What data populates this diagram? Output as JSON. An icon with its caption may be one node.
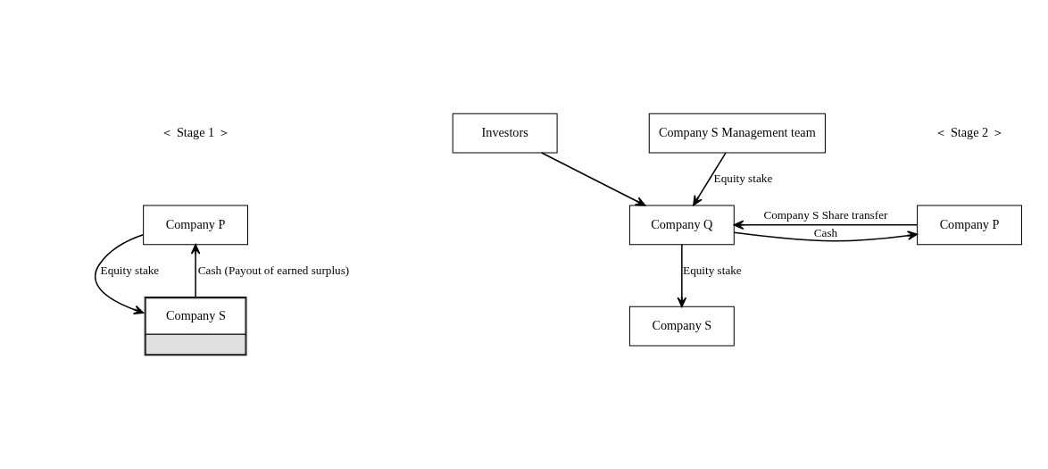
{
  "diagram": {
    "nodes": [
      {
        "text": [
          "Company P"
        ]
      },
      {
        "text": [
          "Company S"
        ]
      },
      {
        "text": [
          "Company P"
        ]
      },
      {
        "text": [
          "Company Q"
        ]
      },
      {
        "text": [
          "Company S Management team"
        ]
      },
      {
        "text": [
          "Investors"
        ]
      },
      {
        "text": [
          "Company S"
        ]
      }
    ],
    "edges": [
      {
        "from": 0,
        "to": 1,
        "arrow": "to",
        "label": "Equity stake"
      },
      {
        "from": 1,
        "to": 0,
        "arrow": "to",
        "label": "Cash (Payout of earned surplus)"
      },
      {
        "from": 3,
        "to": 2,
        "arrow": "to",
        "label": "Cash"
      },
      {
        "from": 2,
        "to": 3,
        "arrow": "to",
        "label": "Company S Share transfer"
      },
      {
        "from": 4,
        "to": 3,
        "arrow": "to",
        "label": "Equity stake"
      },
      {
        "from": 5,
        "to": 3,
        "arrow": "to"
      },
      {
        "from": 3,
        "to": 6,
        "arrow": "to",
        "label": "Equity stake"
      }
    ],
    "labels": [
      "＜ Stage 1 ＞",
      "＜ Stage 2 ＞"
    ]
  }
}
